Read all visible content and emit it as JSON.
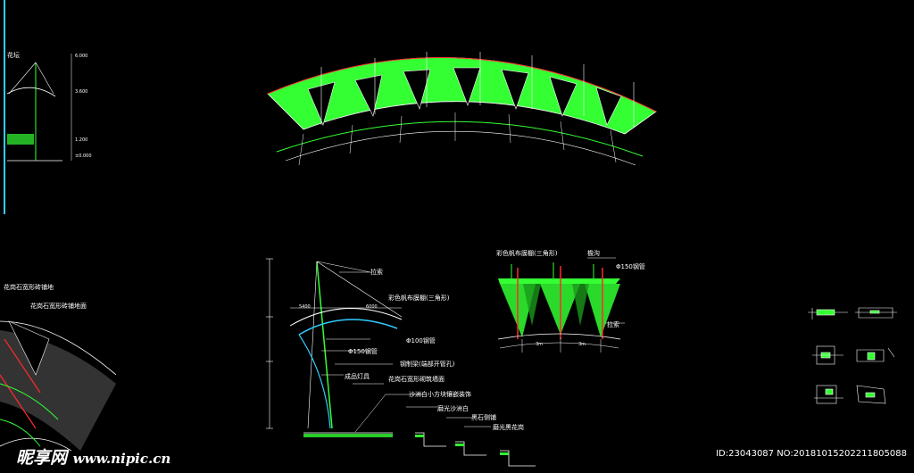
{
  "colors": {
    "background": "#000000",
    "membrane": "#33ff33",
    "structure": "#ff2a2a",
    "lines": "#ffffff",
    "accent": "#33ccff"
  },
  "elevation_labels": {
    "cable": "拉索",
    "membrane": "彩色帆布膜棚(三角形)",
    "pipe_100": "Φ100钢管",
    "pipe_150": "Φ150钢管",
    "truss": "钢制梁(端部开管孔)",
    "anchor": "成品灯具",
    "wall": "花岗石宽形砌筑墙面",
    "paving": "沙洲白小方块镶嵌装饰",
    "step1": "磨光沙洲白",
    "step2": "黑石侧铺",
    "step3": "磨光黑花岗"
  },
  "detail_labels": {
    "membrane": "彩色帆布膜棚(三角形)",
    "gutter": "檐沟",
    "pipe_150": "Φ150钢管",
    "cable": "拉索"
  },
  "left_labels": {
    "top": "花坛",
    "plan_a": "花岗石宽形砖铺地",
    "plan_b": "花岗石宽形砖铺地面"
  },
  "watermark": {
    "brand": "昵享网",
    "url": "www.nipic.cn"
  },
  "image_id": "ID:23043087 NO:20181015202211805088"
}
